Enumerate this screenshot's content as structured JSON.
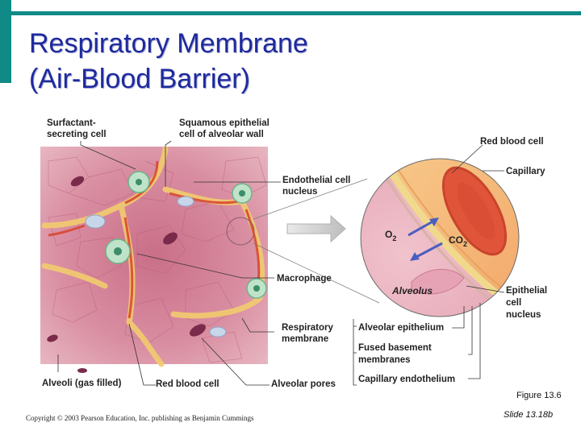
{
  "title": {
    "line1": "Respiratory Membrane",
    "line2": "(Air-Blood Barrier)"
  },
  "labels": {
    "surfactant": "Surfactant-\nsecreting cell",
    "squamous": "Squamous epithelial\ncell of alveolar wall",
    "endothelial_nucleus": "Endothelial cell\nnucleus",
    "macrophage": "Macrophage",
    "respiratory_membrane": "Respiratory\nmembrane",
    "alveoli": "Alveoli (gas filled)",
    "red_blood_cell_bottom": "Red blood cell",
    "alveolar_pores": "Alveolar pores",
    "red_blood_cell_right": "Red blood cell",
    "capillary": "Capillary",
    "o2": "O",
    "o2_sub": "2",
    "co2": "CO",
    "co2_sub": "2",
    "alveolus": "Alveolus",
    "epithelial_nucleus": "Epithelial\ncell\nnucleus",
    "alveolar_epithelium": "Alveolar epithelium",
    "fused_basement": "Fused basement\nmembranes",
    "capillary_endothelium": "Capillary endothelium"
  },
  "footer": {
    "figure": "Figure 13.6",
    "copyright": "Copyright © 2003 Pearson Education, Inc. publishing as Benjamin Cummings",
    "slide": "Slide 13.18b"
  },
  "colors": {
    "title": "#1e2a9e",
    "accent": "#0f8a86"
  }
}
